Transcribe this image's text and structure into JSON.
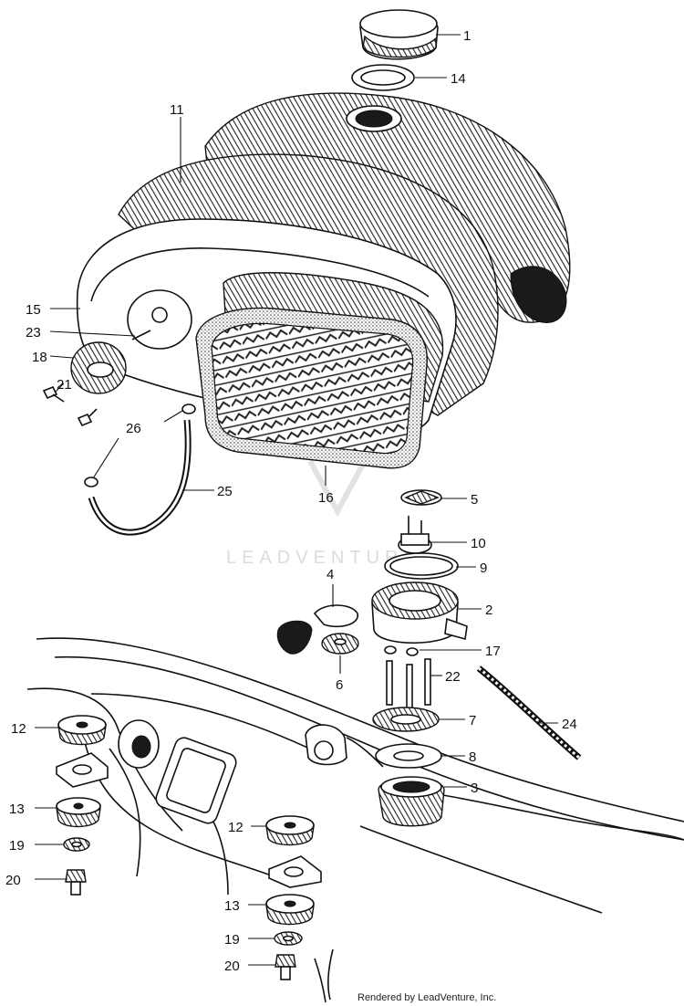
{
  "watermark": "LEADVENTURE",
  "credit": "Rendered by LeadVenture, Inc.",
  "callouts": [
    {
      "id": "c1",
      "text": "1"
    },
    {
      "id": "c14",
      "text": "14"
    },
    {
      "id": "c11",
      "text": "11"
    },
    {
      "id": "c15",
      "text": "15"
    },
    {
      "id": "c23",
      "text": "23"
    },
    {
      "id": "c18",
      "text": "18"
    },
    {
      "id": "c21",
      "text": "21"
    },
    {
      "id": "c26",
      "text": "26"
    },
    {
      "id": "c25",
      "text": "25"
    },
    {
      "id": "c16",
      "text": "16"
    },
    {
      "id": "c5",
      "text": "5"
    },
    {
      "id": "c10",
      "text": "10"
    },
    {
      "id": "c9",
      "text": "9"
    },
    {
      "id": "c4",
      "text": "4"
    },
    {
      "id": "c2",
      "text": "2"
    },
    {
      "id": "c17",
      "text": "17"
    },
    {
      "id": "c6",
      "text": "6"
    },
    {
      "id": "c22",
      "text": "22"
    },
    {
      "id": "c24",
      "text": "24"
    },
    {
      "id": "c7",
      "text": "7"
    },
    {
      "id": "c12a",
      "text": "12"
    },
    {
      "id": "c8",
      "text": "8"
    },
    {
      "id": "c3",
      "text": "3"
    },
    {
      "id": "c13a",
      "text": "13"
    },
    {
      "id": "c19a",
      "text": "19"
    },
    {
      "id": "c20a",
      "text": "20"
    },
    {
      "id": "c12b",
      "text": "12"
    },
    {
      "id": "c13b",
      "text": "13"
    },
    {
      "id": "c19b",
      "text": "19"
    },
    {
      "id": "c20b",
      "text": "20"
    }
  ]
}
